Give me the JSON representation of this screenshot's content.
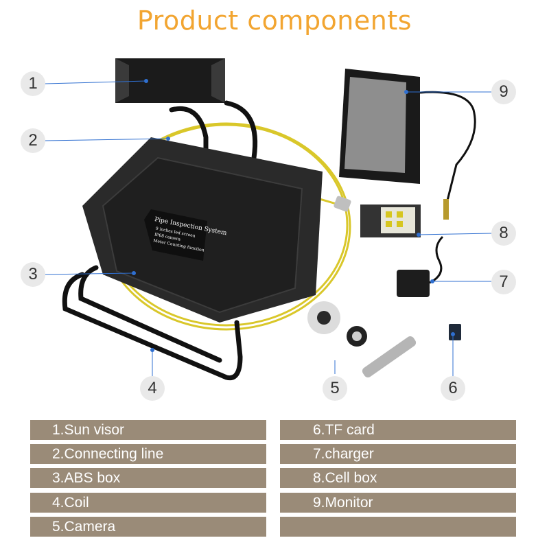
{
  "title": "Product components",
  "callouts": [
    "1",
    "2",
    "3",
    "4",
    "5",
    "6",
    "7",
    "8",
    "9"
  ],
  "box_label": {
    "line1": "Pipe Inspection System",
    "line2": "9 inches led screen",
    "line3": "IP68 camera",
    "line4": "Meter Counting function"
  },
  "legend": {
    "left": [
      "1.Sun visor",
      "2.Connecting line",
      "3.ABS box",
      "4.Coil",
      "5.Camera"
    ],
    "right": [
      "6.TF card",
      "7.charger",
      "8.Cell box",
      "9.Monitor",
      ""
    ]
  },
  "colors": {
    "title": "#f2a531",
    "legend_bg": "#9a8b78",
    "leader_line": "#2f6fd0",
    "cable": "#d9c72a",
    "case": "#2a2a2a"
  }
}
